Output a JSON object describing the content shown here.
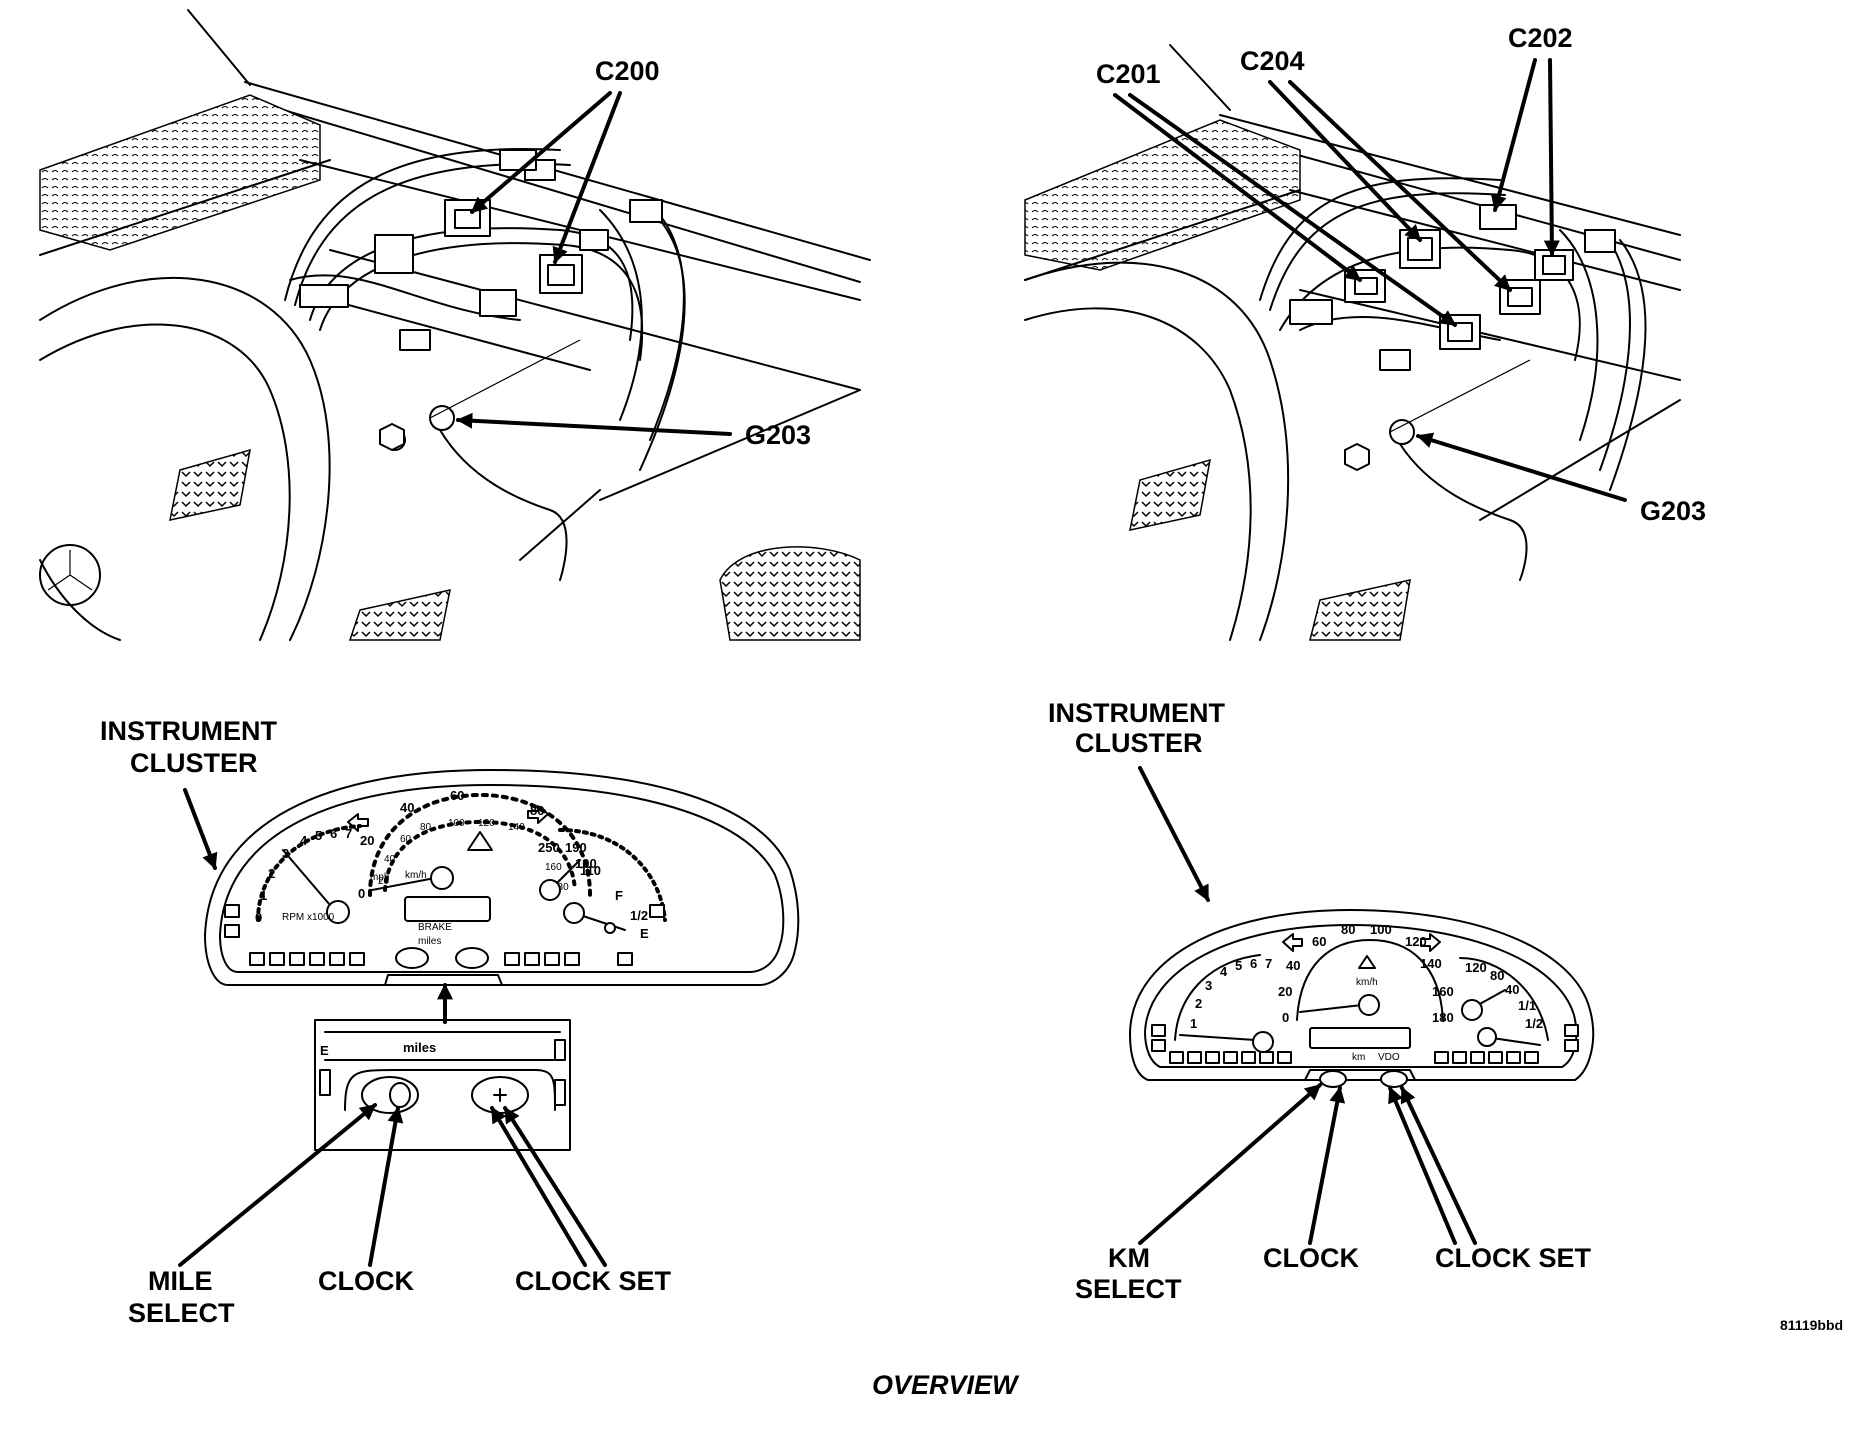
{
  "left_top": {
    "labels": {
      "c200": "C200",
      "g203": "G203"
    }
  },
  "right_top": {
    "labels": {
      "c201": "C201",
      "c204": "C204",
      "c202": "C202",
      "g203": "G203"
    }
  },
  "left_cluster": {
    "title_line1": "INSTRUMENT",
    "title_line2": "CLUSTER",
    "tach_numbers": [
      "0",
      "1",
      "2",
      "3",
      "4",
      "5",
      "6",
      "7"
    ],
    "speed_outer": [
      "0",
      "20",
      "40",
      "60",
      "80",
      "100"
    ],
    "speed_inner": [
      "20",
      "40",
      "60",
      "80",
      "100",
      "120",
      "140",
      "160",
      "180"
    ],
    "temp_numbers": [
      "250",
      "190",
      "110"
    ],
    "fuel_marks": [
      "F",
      "1/2",
      "E"
    ],
    "tach_sub": "RPM\nx1000",
    "speed_units": "mph",
    "inner_units": "km/h",
    "brake_label": "BRAKE",
    "miles_label": "miles",
    "detail_miles": "miles",
    "detail_edge_e": "E",
    "mile_select_line1": "MILE",
    "mile_select_line2": "SELECT",
    "clock": "CLOCK",
    "clock_set": "CLOCK SET"
  },
  "right_cluster": {
    "title_line1": "INSTRUMENT",
    "title_line2": "CLUSTER",
    "tach_numbers": [
      "1",
      "2",
      "3",
      "4",
      "5",
      "6",
      "7"
    ],
    "speed_numbers": [
      "0",
      "20",
      "40",
      "60",
      "80",
      "100",
      "120",
      "140",
      "160",
      "180"
    ],
    "temp_numbers": [
      "120",
      "80",
      "40"
    ],
    "fuel_marks": [
      "1/1",
      "1/2"
    ],
    "speed_units": "km/h",
    "odo_label": "km",
    "vdo_label": "VDO",
    "km_select_line1": "KM",
    "km_select_line2": "SELECT",
    "clock": "CLOCK",
    "clock_set": "CLOCK SET"
  },
  "figure_code": "81119bbd",
  "caption": "OVERVIEW"
}
